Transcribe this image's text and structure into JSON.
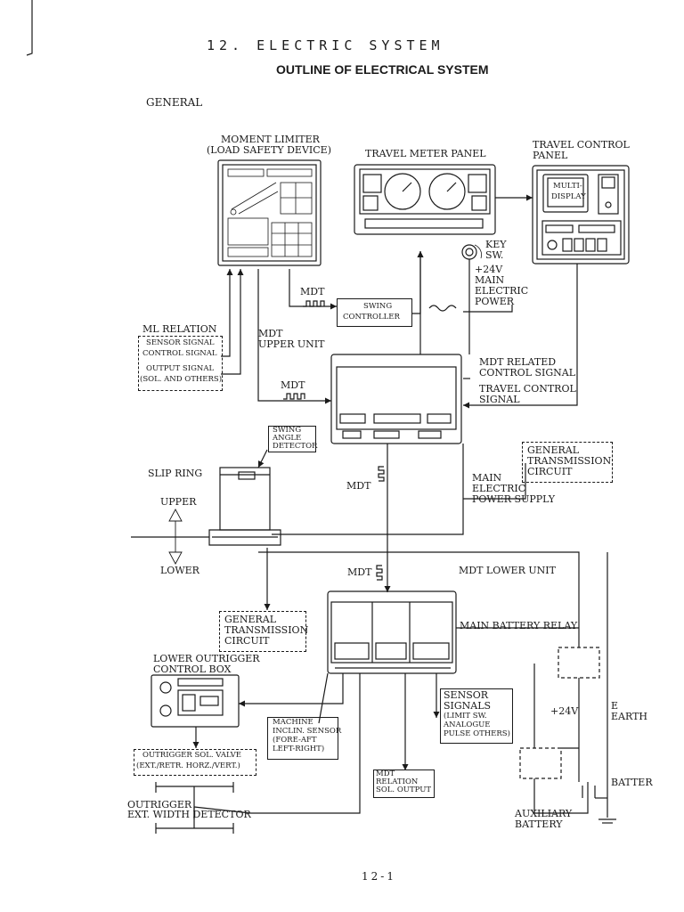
{
  "header": {
    "chapter_title": "12. ELECTRIC SYSTEM",
    "section_title": "OUTLINE OF ELECTRICAL SYSTEM",
    "general_label": "GENERAL"
  },
  "components": {
    "moment_limiter": [
      "MOMENT LIMITER",
      "(LOAD SAFETY DEVICE)"
    ],
    "travel_meter_panel": "TRAVEL METER PANEL",
    "travel_control_panel": [
      "TRAVEL CONTROL",
      "PANEL"
    ],
    "multi_display": [
      "MULTI-",
      "DISPLAY"
    ],
    "key_sw": [
      "KEY",
      "SW."
    ],
    "main_power": [
      "+24V",
      "MAIN",
      "ELECTRIC",
      "POWER"
    ],
    "swing_controller": [
      "SWING",
      "CONTROLLER"
    ],
    "ml_relation": "ML RELATION",
    "ml_relation_signals": [
      "SENSOR SIGNAL",
      "CONTROL SIGNAL",
      "OUTPUT SIGNAL",
      "(SOL. AND OTHERS)"
    ],
    "mdt_upper_unit": [
      "MDT",
      "UPPER UNIT"
    ],
    "mdt_related_control_signal": [
      "MDT RELATED",
      "CONTROL SIGNAL"
    ],
    "travel_control_signal": [
      "TRAVEL CONTROL",
      "SIGNAL"
    ],
    "swing_angle_detector": [
      "SWING",
      "ANGLE",
      "DETECTOR"
    ],
    "general_transmission_circuit_upper": [
      "GENERAL",
      "TRANSMISSION",
      "CIRCUIT"
    ],
    "slip_ring": "SLIP RING",
    "upper": "UPPER",
    "lower": "LOWER",
    "main_electric_power_supply": [
      "MAIN",
      "ELECTRIC",
      "POWER SUPPLY"
    ],
    "mdt_lower_unit": "MDT LOWER UNIT",
    "general_transmission_circuit_lower": [
      "GENERAL",
      "TRANSMISSION",
      "CIRCUIT"
    ],
    "main_battery_relay": "MAIN BATTERY RELAY",
    "lower_outrigger_control_box": [
      "LOWER OUTRIGGER",
      "CONTROL BOX"
    ],
    "sensor_signals": [
      "SENSOR",
      "SIGNALS",
      "(LIMIT SW.",
      "ANALOGUE",
      "PULSE OTHERS)"
    ],
    "machine_inclin_sensor": [
      "MACHINE",
      "INCLIN. SENSOR",
      "(FORE-AFT",
      "LEFT-RIGHT)"
    ],
    "outrigger_sol_valve": [
      "OUTRIGGER SOL. VALVE",
      "(EXT./RETR. HORZ./VERT.)"
    ],
    "mdt_relation_sol_output": [
      "MDT",
      "RELATION",
      "SOL. OUTPUT"
    ],
    "plus_24v": "+24V",
    "earth": [
      "E",
      "EARTH"
    ],
    "batter": "BATTER",
    "auxiliary_battery": [
      "AUXILIARY",
      "BATTERY"
    ],
    "outrigger_ext_width_detector": [
      "OUTRIGGER",
      "EXT. WIDTH DETECTOR"
    ],
    "mdt": "MDT"
  },
  "footer": {
    "page_number": "12-1"
  }
}
